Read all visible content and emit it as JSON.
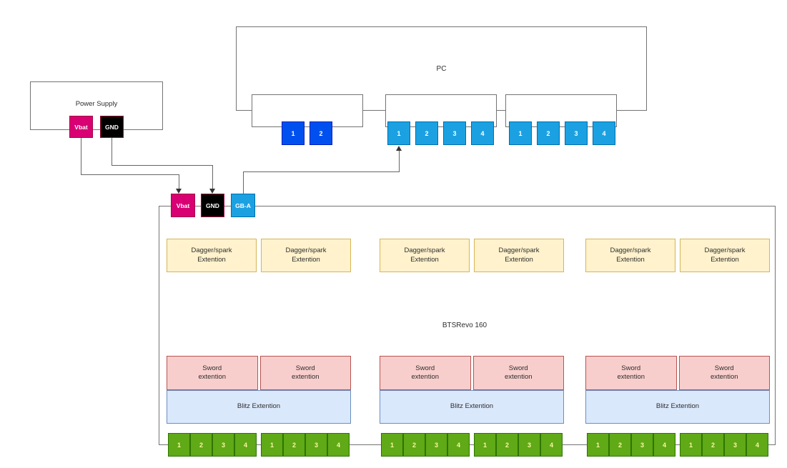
{
  "diagram": {
    "power_supply": {
      "label": "Power Supply",
      "ports": {
        "vbat": "Vbat",
        "gnd": "GND"
      }
    },
    "pc": {
      "label": "PC",
      "port_groups": [
        {
          "ports": [
            "1",
            "2"
          ]
        },
        {
          "ports": [
            "1",
            "2",
            "3",
            "4"
          ]
        },
        {
          "ports": [
            "1",
            "2",
            "3",
            "4"
          ]
        }
      ]
    },
    "bts": {
      "label": "BTSRevo 160",
      "connectors": {
        "vbat": "Vbat",
        "gnd": "GND",
        "gba": "GB-A"
      },
      "sections": [
        {
          "dagger": [
            "Dagger/spark\nExtention",
            "Dagger/spark\nExtention"
          ],
          "sword": [
            "Sword\nextention",
            "Sword\nextention"
          ],
          "blitz": "Blitz Extention",
          "port_groups": [
            {
              "ports": [
                "1",
                "2",
                "3",
                "4"
              ]
            },
            {
              "ports": [
                "1",
                "2",
                "3",
                "4"
              ]
            }
          ]
        },
        {
          "dagger": [
            "Dagger/spark\nExtention",
            "Dagger/spark\nExtention"
          ],
          "sword": [
            "Sword\nextention",
            "Sword\nextention"
          ],
          "blitz": "Blitz Extention",
          "port_groups": [
            {
              "ports": [
                "1",
                "2",
                "3",
                "4"
              ]
            },
            {
              "ports": [
                "1",
                "2",
                "3",
                "4"
              ]
            }
          ]
        },
        {
          "dagger": [
            "Dagger/spark\nExtention",
            "Dagger/spark\nExtention"
          ],
          "sword": [
            "Sword\nextention",
            "Sword\nextention"
          ],
          "blitz": "Blitz Extention",
          "port_groups": [
            {
              "ports": [
                "1",
                "2",
                "3",
                "4"
              ]
            },
            {
              "ports": [
                "1",
                "2",
                "3",
                "4"
              ]
            }
          ]
        }
      ]
    },
    "colors": {
      "vbat_fill": "#d80073",
      "vbat_border": "#a50040",
      "gnd_fill": "#000000",
      "gnd_border": "#a50040",
      "light_blue_fill": "#1ba1e2",
      "light_blue_border": "#006eaf",
      "dark_blue_fill": "#0050ef",
      "dark_blue_border": "#001dbc",
      "dagger_fill": "#fff2cc",
      "dagger_border": "#d6b656",
      "sword_fill": "#f8cecc",
      "sword_border": "#b85450",
      "blitz_fill": "#dae8fc",
      "blitz_border": "#6c8ebf",
      "green_fill": "#60a917",
      "green_border": "#2d7600",
      "wire": "#666666"
    }
  }
}
